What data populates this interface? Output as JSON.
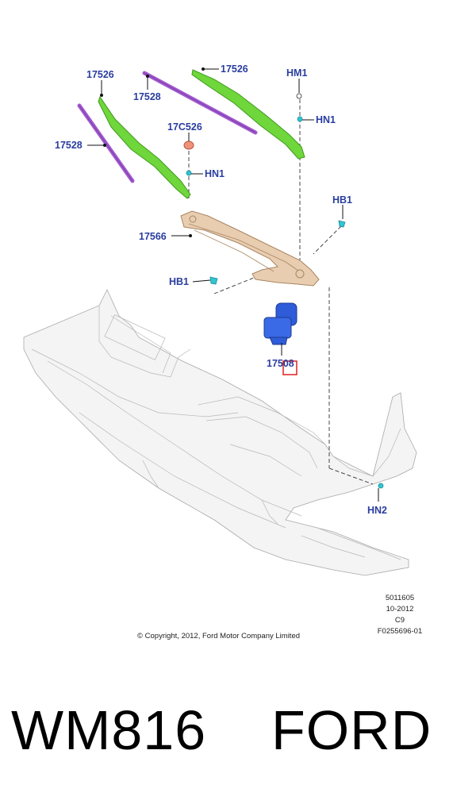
{
  "callouts": {
    "wiper_arm_left": "17526",
    "wiper_arm_right": "17526",
    "wiper_blade_top": "17528",
    "wiper_blade_left": "17528",
    "cap": "17C526",
    "hm1": "HM1",
    "hn1_right": "HN1",
    "hn1_left": "HN1",
    "hb1_right": "HB1",
    "hb1_left": "HB1",
    "linkage": "17566",
    "motor": "17508",
    "hn2": "HN2"
  },
  "meta": {
    "line1": "5011605",
    "line2": "10-2012",
    "line3": "C9",
    "line4": "F0255696-01"
  },
  "copyright": "© Copyright, 2012, Ford Motor Company Limited",
  "footer_title": "WM816    FORD",
  "colors": {
    "callout_text": "#2a3d9f",
    "arm_green": "#6fd63b",
    "blade_purple": "#a25bd0",
    "linkage_tan": "#e8cdb0",
    "motor_blue": "#2f5cd8",
    "cap_salmon": "#f0927a",
    "fastener_cyan": "#2fc6d2",
    "highlight_box": "#e02020"
  }
}
